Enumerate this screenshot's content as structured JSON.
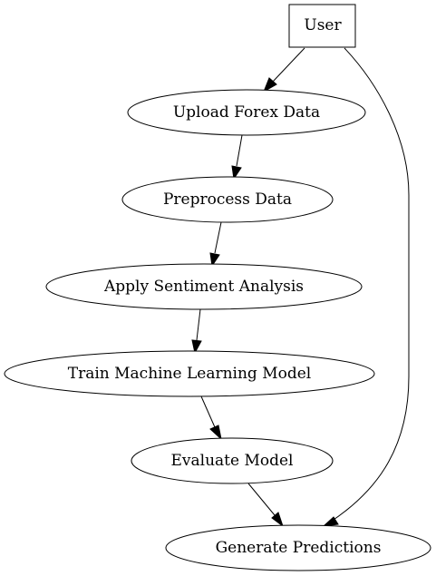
{
  "nodes": [
    {
      "id": "user",
      "label": "User",
      "shape": "box"
    },
    {
      "id": "upload",
      "label": "Upload Forex Data",
      "shape": "ellipse"
    },
    {
      "id": "preprocess",
      "label": "Preprocess Data",
      "shape": "ellipse"
    },
    {
      "id": "sentiment",
      "label": "Apply Sentiment Analysis",
      "shape": "ellipse"
    },
    {
      "id": "train",
      "label": "Train Machine Learning Model",
      "shape": "ellipse"
    },
    {
      "id": "evaluate",
      "label": "Evaluate Model",
      "shape": "ellipse"
    },
    {
      "id": "predict",
      "label": "Generate Predictions",
      "shape": "ellipse"
    }
  ],
  "edges": [
    {
      "from": "user",
      "to": "upload"
    },
    {
      "from": "user",
      "to": "predict"
    },
    {
      "from": "upload",
      "to": "preprocess"
    },
    {
      "from": "preprocess",
      "to": "sentiment"
    },
    {
      "from": "sentiment",
      "to": "train"
    },
    {
      "from": "train",
      "to": "evaluate"
    },
    {
      "from": "evaluate",
      "to": "predict"
    }
  ]
}
